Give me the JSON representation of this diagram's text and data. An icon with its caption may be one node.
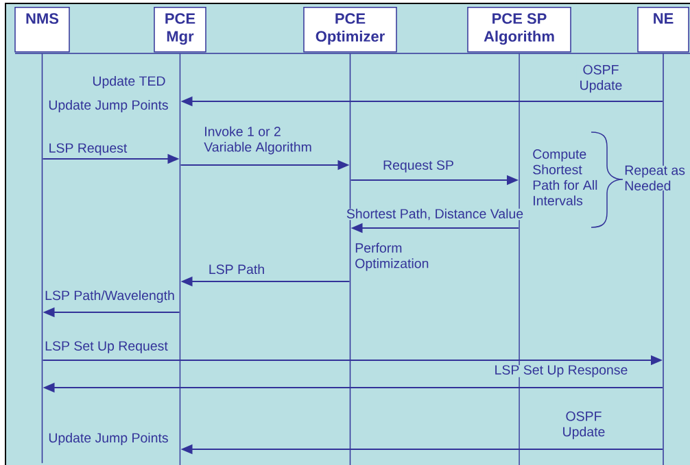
{
  "diagram": {
    "nodes": [
      {
        "text": [
          "NMS"
        ]
      },
      {
        "text": [
          "PCE Mgr"
        ]
      },
      {
        "text": [
          "PCE Optimizer"
        ]
      },
      {
        "text": [
          "PCE SP Algorithm"
        ]
      },
      {
        "text": [
          "NE"
        ]
      },
      {
        "text": [],
        "shape": "bar"
      },
      {
        "text": [],
        "shape": "bar"
      },
      {
        "text": [],
        "shape": "bar"
      },
      {
        "text": [],
        "shape": "bar"
      },
      {
        "text": [],
        "shape": "bar"
      }
    ],
    "edges": [
      {
        "from": 9,
        "to": 6,
        "arrow": "to",
        "label": "OSPF Update"
      },
      {
        "from": 5,
        "to": 6,
        "arrow": "to",
        "label": "LSP Request"
      },
      {
        "from": 6,
        "to": 7,
        "arrow": "to",
        "label": "Invoke 1 or 2 Variable Algorithm"
      },
      {
        "from": 7,
        "to": 8,
        "arrow": "to",
        "label": "Request SP"
      },
      {
        "from": 8,
        "to": 7,
        "arrow": "to",
        "label": "Shortest Path, Distance Value"
      },
      {
        "from": 7,
        "to": 6,
        "arrow": "to",
        "label": "LSP Path"
      },
      {
        "from": 6,
        "to": 5,
        "arrow": "to",
        "label": "LSP Path/Wavelength"
      },
      {
        "from": 5,
        "to": 9,
        "arrow": "to",
        "label": "LSP Set Up Request"
      },
      {
        "from": 9,
        "to": 5,
        "arrow": "to",
        "label": "LSP Set Up Response"
      },
      {
        "from": 9,
        "to": 6,
        "arrow": "to",
        "label": "OSPF Update"
      }
    ],
    "labels": [
      "Update TED",
      "Update Jump Points",
      "Compute Shortest Path for All Intervals",
      "Repeat as Needed",
      "Perform Optimization",
      "Update Jump Points"
    ]
  }
}
